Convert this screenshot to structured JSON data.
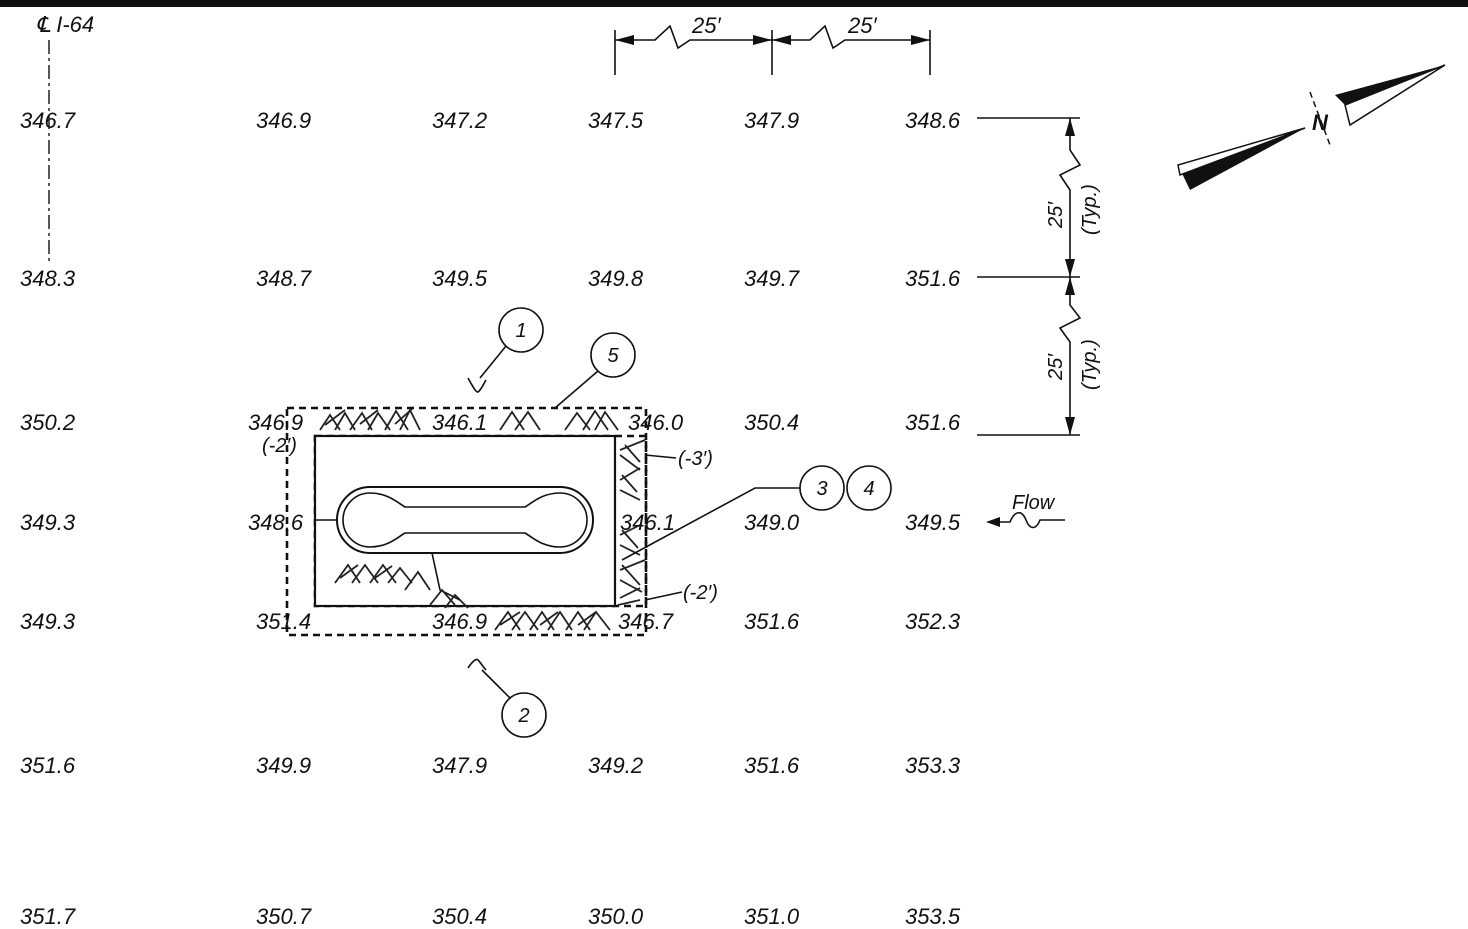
{
  "centerline_label": "℄ I-64",
  "flow_label": "Flow",
  "dimensions": {
    "grid_spacing_h_1": "25′",
    "grid_spacing_h_2": "25′",
    "grid_spacing_v_1": "25′",
    "grid_spacing_v_1_typ": "(Typ.)",
    "grid_spacing_v_2": "25′",
    "grid_spacing_v_2_typ": "(Typ.)"
  },
  "north_arrow": {
    "label": "N",
    "icon": "north-arrow-icon"
  },
  "grid_rows": [
    [
      "346.7",
      "346.9",
      "347.2",
      "347.5",
      "347.9",
      "348.6"
    ],
    [
      "348.3",
      "348.7",
      "349.5",
      "349.8",
      "349.7",
      "351.6"
    ],
    [
      "350.2",
      "",
      "",
      "",
      "350.4",
      "351.6"
    ],
    [
      "349.3",
      "",
      "",
      "",
      "349.0",
      "349.5"
    ],
    [
      "349.3",
      "",
      "",
      "",
      "351.6",
      "352.3"
    ],
    [
      "351.6",
      "349.9",
      "347.9",
      "349.2",
      "351.6",
      "353.3"
    ],
    [
      "351.7",
      "350.7",
      "350.4",
      "350.0",
      "351.0",
      "353.5"
    ]
  ],
  "structure_elevations": {
    "top_left": "346.9",
    "top_mid": "346.1",
    "top_right": "346.0",
    "mid_left": "348.6",
    "mid_right": "346.1",
    "bottom_left": "351.4",
    "bottom_mid": "346.9",
    "bottom_right": "346.7"
  },
  "depth_notes": {
    "top_left": "(-2′)",
    "right_top": "(-3′)",
    "right_bottom": "(-2′)"
  },
  "callouts": [
    "1",
    "2",
    "3",
    "4",
    "5"
  ]
}
